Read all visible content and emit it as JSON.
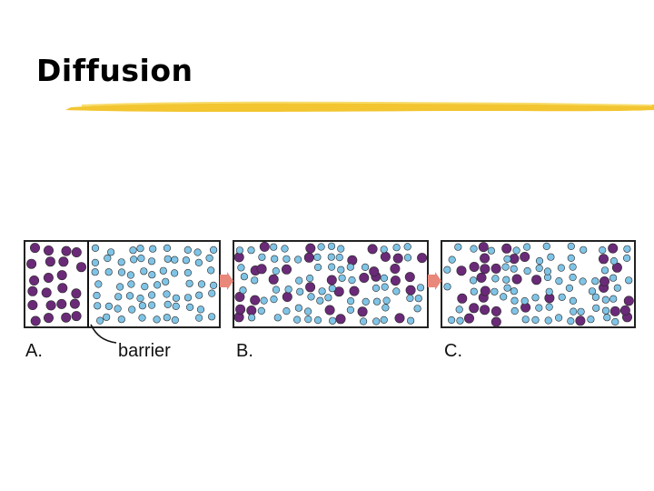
{
  "slide": {
    "title": "Diffusion"
  },
  "diagram": {
    "panel_labels": [
      "A.",
      "B.",
      "C."
    ],
    "barrier_label": "barrier",
    "colors": {
      "solute_particle": "#6a2a78",
      "water_particle": "#7fc4e6",
      "panel_border": "#222222",
      "arrow": "#e8877a",
      "title_underline": "#f2c531"
    },
    "icons": {
      "step_arrow": "right-arrow-icon"
    }
  }
}
